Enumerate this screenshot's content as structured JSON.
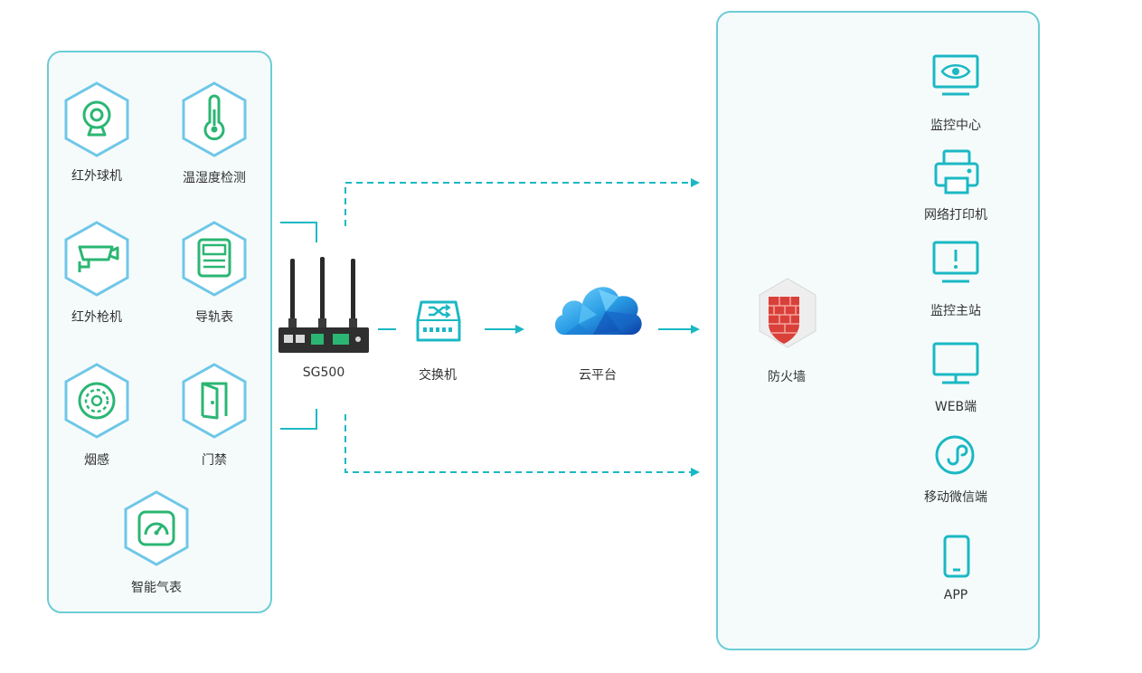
{
  "colors": {
    "accent": "#1bb8c4",
    "icon_green": "#2bb673",
    "panel_border": "#6ccdd6",
    "panel_bg": "#f5fbfb",
    "text": "#333333"
  },
  "sensors": [
    {
      "label": "红外球机",
      "icon": "webcam-icon"
    },
    {
      "label": "温湿度检测",
      "icon": "thermometer-icon"
    },
    {
      "label": "红外枪机",
      "icon": "bullet-camera-icon"
    },
    {
      "label": "导轨表",
      "icon": "rail-meter-icon"
    },
    {
      "label": "烟感",
      "icon": "smoke-detector-icon"
    },
    {
      "label": "门禁",
      "icon": "door-access-icon"
    },
    {
      "label": "智能气表",
      "icon": "gas-meter-icon"
    }
  ],
  "gateway": {
    "label": "SG500",
    "icon": "router-icon"
  },
  "switch": {
    "label": "交换机",
    "icon": "switch-icon"
  },
  "cloud": {
    "label": "云平台",
    "icon": "cloud-icon"
  },
  "firewall": {
    "label": "防火墙",
    "icon": "firewall-icon"
  },
  "endpoints": [
    {
      "label": "监控中心",
      "icon": "monitor-eye-icon"
    },
    {
      "label": "网络打印机",
      "icon": "printer-icon"
    },
    {
      "label": "监控主站",
      "icon": "monitor-alert-icon"
    },
    {
      "label": "WEB端",
      "icon": "monitor-icon"
    },
    {
      "label": "移动微信端",
      "icon": "mini-program-icon"
    },
    {
      "label": "APP",
      "icon": "mobile-phone-icon"
    }
  ]
}
